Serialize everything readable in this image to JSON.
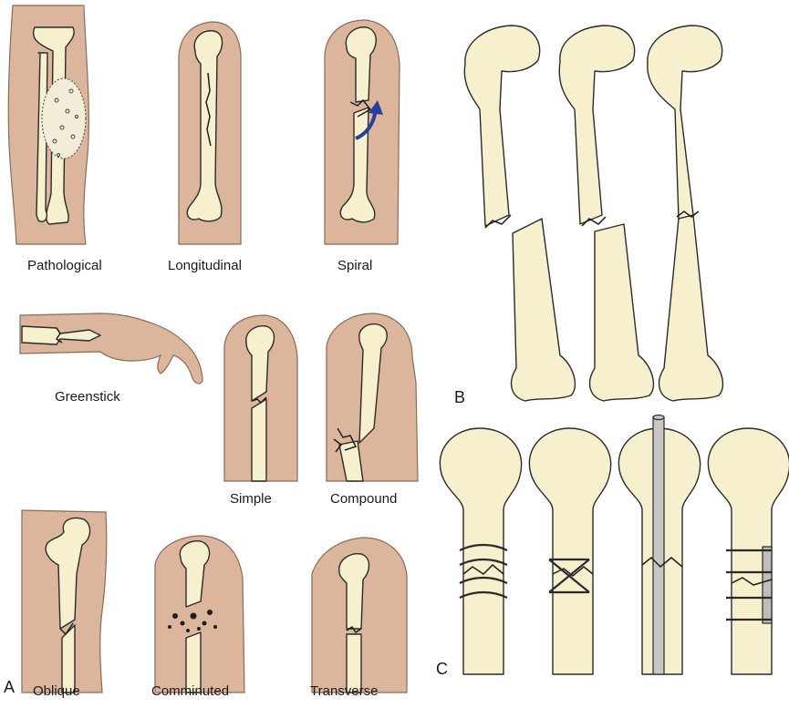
{
  "panels": {
    "a_letter": "A",
    "b_letter": "B",
    "c_letter": "C"
  },
  "fracture_types": {
    "pathological": "Pathological",
    "longitudinal": "Longitudinal",
    "spiral": "Spiral",
    "greenstick": "Greenstick",
    "simple": "Simple",
    "compound": "Compound",
    "oblique": "Oblique",
    "comminuted": "Comminuted",
    "transverse": "Transverse"
  },
  "colors": {
    "skin": "#dcb69c",
    "bone": "#f6f0cf",
    "arrow": "#2a3f9a"
  }
}
